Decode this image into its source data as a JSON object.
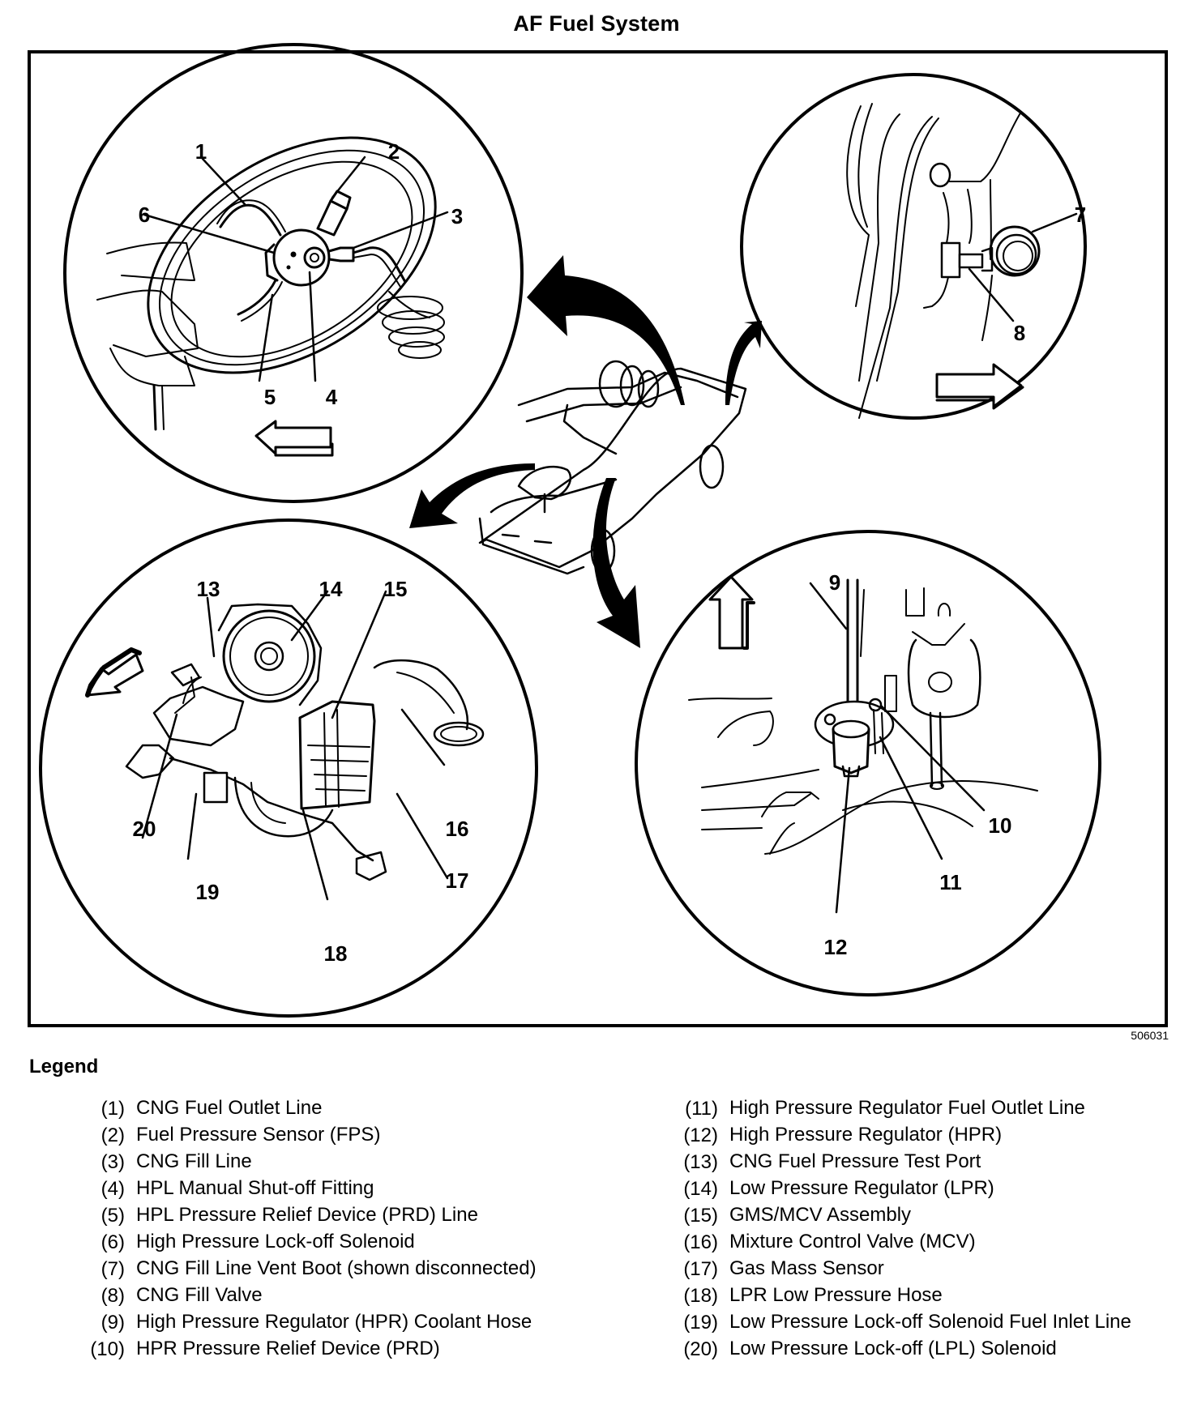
{
  "document": {
    "title": "AF Fuel System",
    "figure_id": "506031"
  },
  "diagram": {
    "views": [
      {
        "name": "fuel-tank-valve-view",
        "direction_arrow": "left",
        "callouts": [
          "1",
          "2",
          "3",
          "4",
          "5",
          "6"
        ]
      },
      {
        "name": "fill-valve-view",
        "direction_arrow": "right",
        "callouts": [
          "7",
          "8"
        ]
      },
      {
        "name": "engine-regulator-view",
        "direction_arrow": "down-left",
        "callouts": [
          "13",
          "14",
          "15",
          "16",
          "17",
          "18",
          "19",
          "20"
        ]
      },
      {
        "name": "high-pressure-regulator-view",
        "direction_arrow": "up",
        "callouts": [
          "9",
          "10",
          "11",
          "12"
        ]
      }
    ],
    "center_image": "vehicle-overview"
  },
  "legend": {
    "heading": "Legend",
    "left_items": [
      {
        "num": "(1)",
        "text": "CNG Fuel Outlet Line"
      },
      {
        "num": "(2)",
        "text": "Fuel Pressure Sensor (FPS)"
      },
      {
        "num": "(3)",
        "text": "CNG Fill Line"
      },
      {
        "num": "(4)",
        "text": "HPL Manual Shut-off Fitting"
      },
      {
        "num": "(5)",
        "text": "HPL Pressure Relief Device (PRD) Line"
      },
      {
        "num": "(6)",
        "text": "High Pressure Lock-off Solenoid"
      },
      {
        "num": "(7)",
        "text": "CNG Fill Line Vent Boot (shown disconnected)"
      },
      {
        "num": "(8)",
        "text": "CNG Fill Valve"
      },
      {
        "num": "(9)",
        "text": "High Pressure Regulator (HPR) Coolant Hose"
      },
      {
        "num": "(10)",
        "text": "HPR Pressure Relief Device (PRD)"
      }
    ],
    "right_items": [
      {
        "num": "(11)",
        "text": "High Pressure Regulator Fuel Outlet Line"
      },
      {
        "num": "(12)",
        "text": "High Pressure Regulator (HPR)"
      },
      {
        "num": "(13)",
        "text": "CNG Fuel Pressure Test Port"
      },
      {
        "num": "(14)",
        "text": "Low Pressure Regulator (LPR)"
      },
      {
        "num": "(15)",
        "text": "GMS/MCV Assembly"
      },
      {
        "num": "(16)",
        "text": "Mixture Control Valve (MCV)"
      },
      {
        "num": "(17)",
        "text": "Gas Mass Sensor"
      },
      {
        "num": "(18)",
        "text": "LPR Low Pressure Hose"
      },
      {
        "num": "(19)",
        "text": "Low Pressure Lock-off Solenoid Fuel Inlet Line"
      },
      {
        "num": "(20)",
        "text": "Low Pressure Lock-off (LPL) Solenoid"
      }
    ]
  }
}
